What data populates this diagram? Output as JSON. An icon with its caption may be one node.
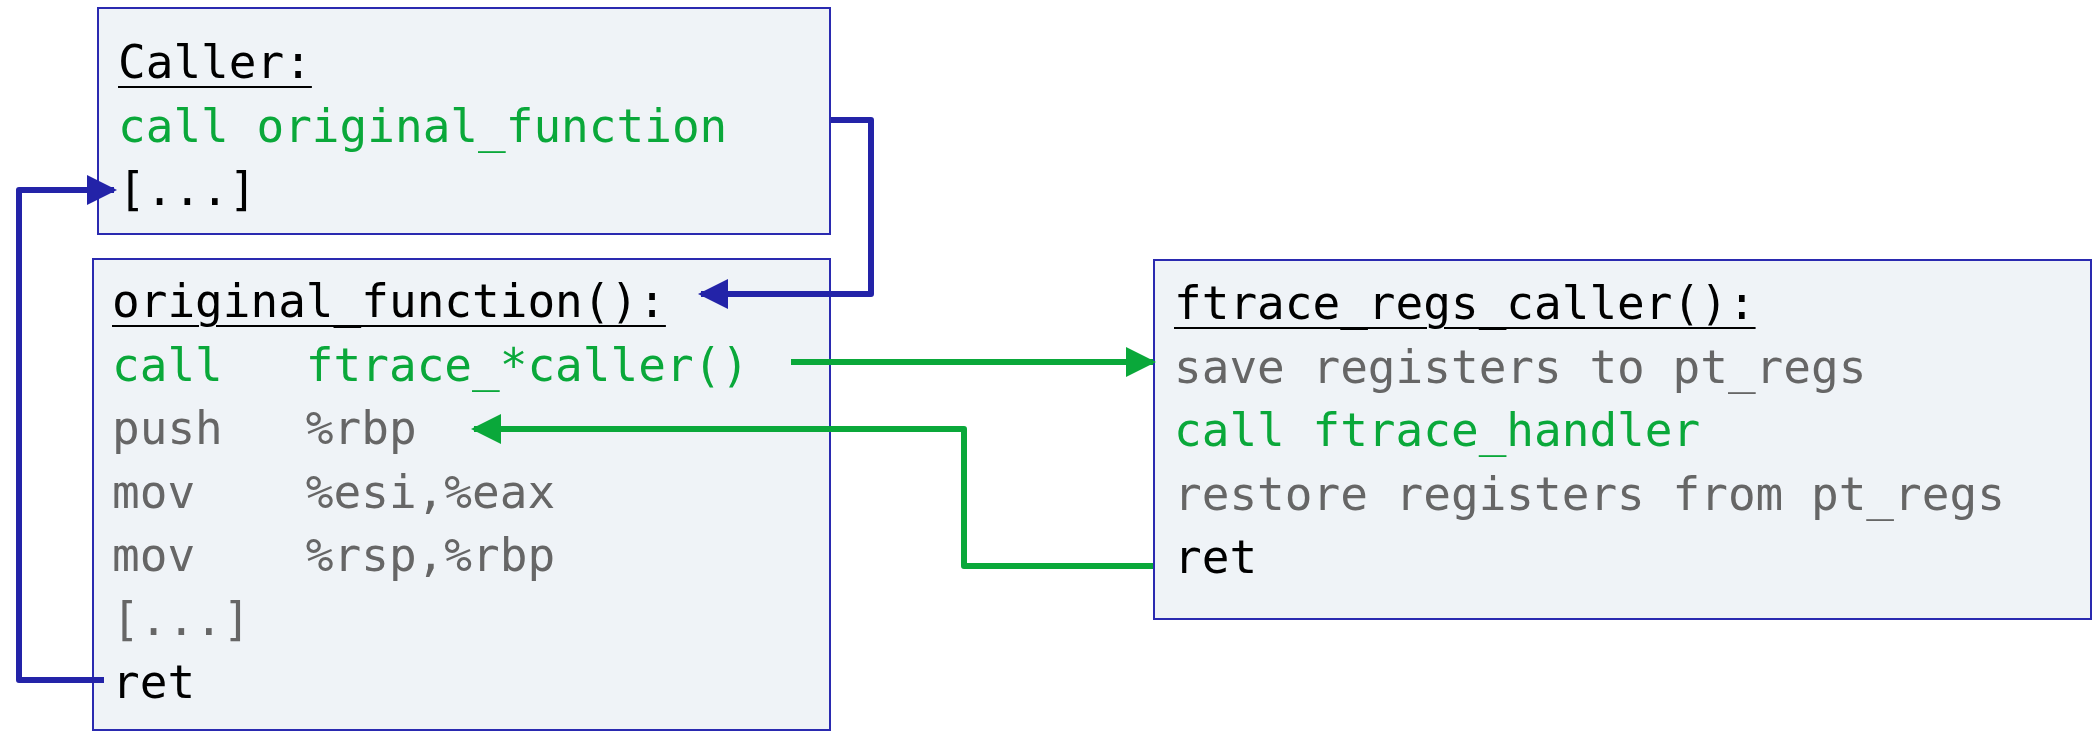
{
  "diagram": {
    "nodes": [
      {
        "text": [
          "Caller:",
          "call original_function",
          "[...]"
        ]
      },
      {
        "text": [
          "original_function():",
          "call   ftrace_*caller()",
          "push   %rbp",
          "mov    %esi,%eax",
          "mov    %rsp,%rbp",
          "[...]",
          "ret"
        ]
      },
      {
        "text": [
          "ftrace_regs_caller():",
          "save registers to pt_regs",
          "call ftrace_handler",
          "restore registers from pt_regs",
          "ret"
        ]
      }
    ],
    "edges": [
      {
        "from": 0,
        "to": 1,
        "arrow": "to",
        "color": "#2323a8"
      },
      {
        "from": 1,
        "to": 2,
        "arrow": "to",
        "color": "#0aa83a"
      },
      {
        "from": 2,
        "to": 1,
        "arrow": "to",
        "color": "#0aa83a"
      },
      {
        "from": 1,
        "to": 0,
        "arrow": "to",
        "color": "#2323a8"
      }
    ]
  }
}
